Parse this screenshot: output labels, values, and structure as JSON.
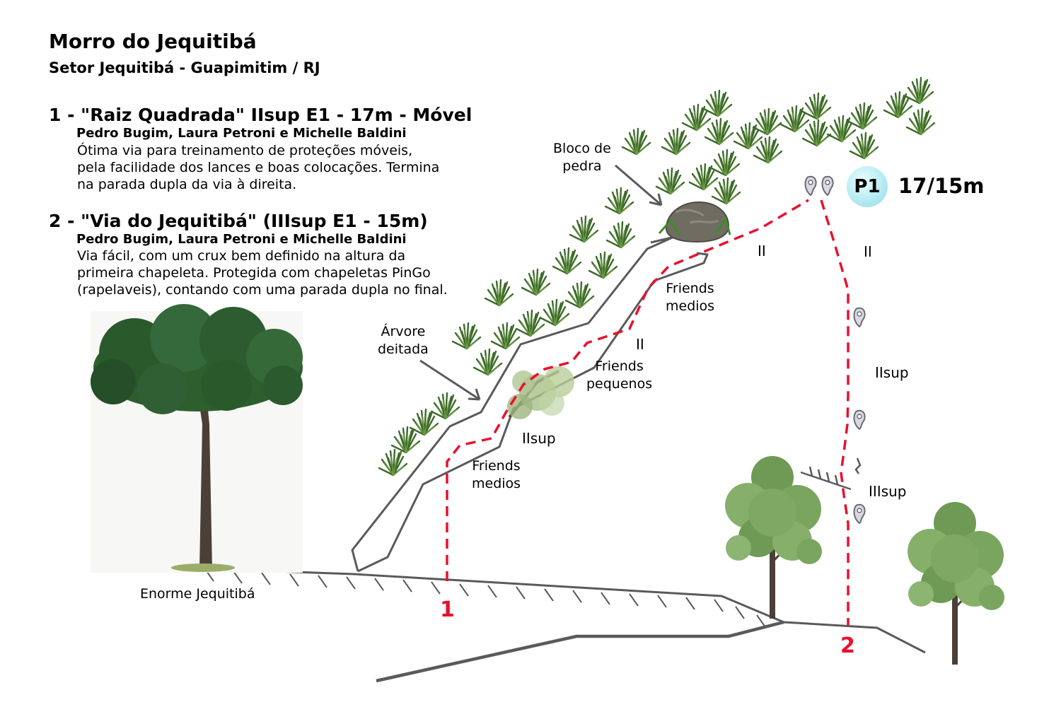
{
  "title": "Morro do Jequitibá",
  "subtitle": "Setor Jequitibá - Guapimitim / RJ",
  "routes": [
    {
      "title": "1 - \"Raiz Quadrada\" IIsup E1 - 17m - Móvel",
      "authors": "Pedro Bugim, Laura Petroni e Michelle Baldini",
      "description": "Ótima via para treinamento de proteções móveis,\npela facilidade dos lances e boas colocações. Termina\nna parada dupla da via à direita."
    },
    {
      "title": "2 - \"Via do Jequitibá\" (IIIsup E1 - 15m)",
      "authors": "Pedro Bugim, Laura Petroni e Michelle Baldini",
      "description": "Via fácil, com um crux bem definido na altura da\nprimeira chapeleta. Protegida com chapeletas PinGo\n(rapelaveis), contando com uma parada dupla no final."
    }
  ],
  "labels": {
    "bloco": "Bloco de\npedra",
    "arvore": "Árvore\ndeitada",
    "tree": "Enorme Jequitibá",
    "friends_medios_top": "Friends\nmedios",
    "friends_pequenos": "Friends\npequenos",
    "friends_medios_low": "Friends\nmedios"
  },
  "grades": {
    "r1_top": "II",
    "r1_mid": "II",
    "r1_low": "IIsup",
    "r2_top": "II",
    "r2_mid": "IIsup",
    "r2_low": "IIIsup"
  },
  "route_numbers": {
    "r1": "1",
    "r2": "2"
  },
  "anchor": {
    "label": "P1",
    "height": "17/15m"
  },
  "colors": {
    "route_line": "#e8112d",
    "rock_outline": "#5a5a5a",
    "foliage": "#2e5e2e",
    "grass": "#3d6b2a",
    "trunk": "#4a4038",
    "bolt": "#8a8a96"
  },
  "icons": [
    "bolt-icon",
    "grass-tuft-icon",
    "boulder-icon",
    "tree-icon",
    "anchor-icon"
  ]
}
